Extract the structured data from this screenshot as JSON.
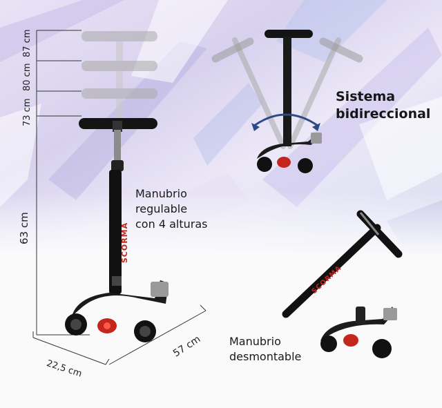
{
  "dimensions": {
    "heights": [
      "87 cm",
      "80 cm",
      "73 cm",
      "63 cm"
    ],
    "spacing_73": "73 cm",
    "base_width": "22,5 cm",
    "base_length": "57 cm"
  },
  "features": {
    "adjustable": [
      "Manubrio",
      "regulable",
      "con 4 alturas"
    ],
    "bidirectional": [
      "Sistema",
      "bidireccional"
    ],
    "removable": [
      "Manubrio",
      "desmontable"
    ]
  },
  "brand": "SCORMA",
  "colors": {
    "scooter_body": "#1b1b1b",
    "accent_red": "#c2261c",
    "arrow_blue": "#2d4a86",
    "ghost_handle": "#b9b9b9",
    "background_tint": "#dcd6ee"
  }
}
